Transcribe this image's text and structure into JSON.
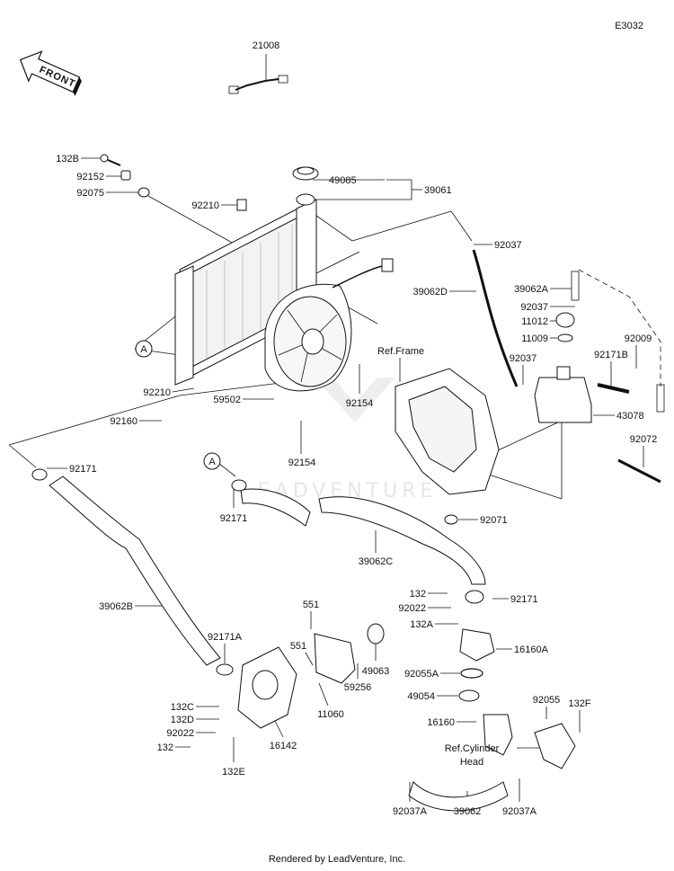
{
  "diagram_code": "E3032",
  "front_label": "FRONT",
  "watermark": "LEADVENTURE",
  "footer": "Rendered by LeadVenture, Inc.",
  "callouts": [
    {
      "id": "c21008",
      "text": "21008"
    },
    {
      "id": "c132B",
      "text": "132B"
    },
    {
      "id": "c92152",
      "text": "92152"
    },
    {
      "id": "c92075",
      "text": "92075"
    },
    {
      "id": "c92210a",
      "text": "92210"
    },
    {
      "id": "c49085",
      "text": "49085"
    },
    {
      "id": "c39061",
      "text": "39061"
    },
    {
      "id": "c92037a",
      "text": "92037"
    },
    {
      "id": "c39062D",
      "text": "39062D"
    },
    {
      "id": "c39062A",
      "text": "39062A"
    },
    {
      "id": "c92037b",
      "text": "92037"
    },
    {
      "id": "c11012",
      "text": "11012"
    },
    {
      "id": "c11009",
      "text": "11009"
    },
    {
      "id": "c92037c",
      "text": "92037"
    },
    {
      "id": "c92171B",
      "text": "92171B"
    },
    {
      "id": "c92009",
      "text": "92009"
    },
    {
      "id": "cRefFrame",
      "text": "Ref.Frame"
    },
    {
      "id": "c43078",
      "text": "43078"
    },
    {
      "id": "c92072",
      "text": "92072"
    },
    {
      "id": "cA1",
      "text": "A"
    },
    {
      "id": "c92210b",
      "text": "92210"
    },
    {
      "id": "c59502",
      "text": "59502"
    },
    {
      "id": "c92154a",
      "text": "92154"
    },
    {
      "id": "c92160",
      "text": "92160"
    },
    {
      "id": "c92154b",
      "text": "92154"
    },
    {
      "id": "c92171a",
      "text": "92171"
    },
    {
      "id": "cA2",
      "text": "A"
    },
    {
      "id": "c92171b",
      "text": "92171"
    },
    {
      "id": "c92071",
      "text": "92071"
    },
    {
      "id": "c39062C",
      "text": "39062C"
    },
    {
      "id": "c39062B",
      "text": "39062B"
    },
    {
      "id": "c551a",
      "text": "551"
    },
    {
      "id": "c92171A",
      "text": "92171A"
    },
    {
      "id": "c551b",
      "text": "551"
    },
    {
      "id": "c49063",
      "text": "49063"
    },
    {
      "id": "c59256",
      "text": "59256"
    },
    {
      "id": "c11060",
      "text": "11060"
    },
    {
      "id": "c132a",
      "text": "132"
    },
    {
      "id": "c92022a",
      "text": "92022"
    },
    {
      "id": "c132A",
      "text": "132A"
    },
    {
      "id": "c92171c",
      "text": "92171"
    },
    {
      "id": "c16160A",
      "text": "16160A"
    },
    {
      "id": "c92055A",
      "text": "92055A"
    },
    {
      "id": "c49054",
      "text": "49054"
    },
    {
      "id": "c92055",
      "text": "92055"
    },
    {
      "id": "c132F",
      "text": "132F"
    },
    {
      "id": "c16160",
      "text": "16160"
    },
    {
      "id": "cRefCyl",
      "text": "Ref.Cylinder"
    },
    {
      "id": "cHead",
      "text": "Head"
    },
    {
      "id": "c132C",
      "text": "132C"
    },
    {
      "id": "c132D",
      "text": "132D"
    },
    {
      "id": "c92022b",
      "text": "92022"
    },
    {
      "id": "c132b",
      "text": "132"
    },
    {
      "id": "c16142",
      "text": "16142"
    },
    {
      "id": "c132E",
      "text": "132E"
    },
    {
      "id": "c92037A1",
      "text": "92037A"
    },
    {
      "id": "c39062",
      "text": "39062"
    },
    {
      "id": "c92037A2",
      "text": "92037A"
    }
  ]
}
